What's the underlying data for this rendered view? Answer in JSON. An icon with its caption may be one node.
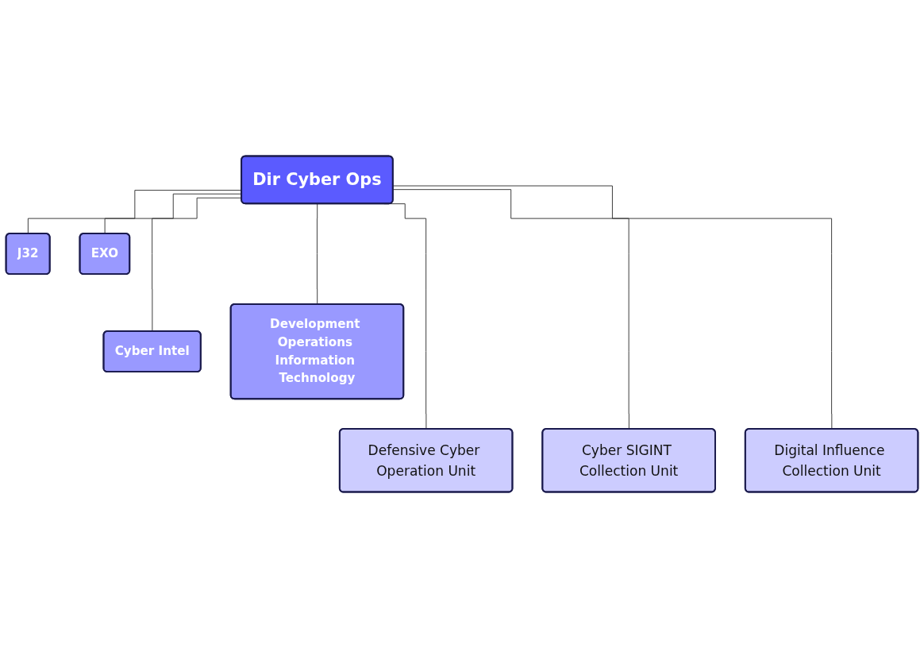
{
  "diagram": {
    "nodes": [
      {
        "text": [
          "Dir Cyber Ops"
        ]
      },
      {
        "text": [
          "J32"
        ]
      },
      {
        "text": [
          "EXO"
        ]
      },
      {
        "text": [
          "Cyber Intel"
        ]
      },
      {
        "text": [
          "Development Operations Information Technology"
        ]
      },
      {
        "text": [
          "Defensive Cyber Operation Unit"
        ]
      },
      {
        "text": [
          "Cyber SIGINT Collection Unit"
        ]
      },
      {
        "text": [
          "Digital Influence Collection Unit"
        ]
      }
    ],
    "edges": [
      {
        "from": 0,
        "to": 1,
        "arrow": "none"
      },
      {
        "from": 0,
        "to": 2,
        "arrow": "none"
      },
      {
        "from": 0,
        "to": 3,
        "arrow": "none"
      },
      {
        "from": 0,
        "to": 4,
        "arrow": "none"
      },
      {
        "from": 0,
        "to": 5,
        "arrow": "none"
      },
      {
        "from": 0,
        "to": 6,
        "arrow": "none"
      },
      {
        "from": 0,
        "to": 7,
        "arrow": "none"
      }
    ]
  }
}
